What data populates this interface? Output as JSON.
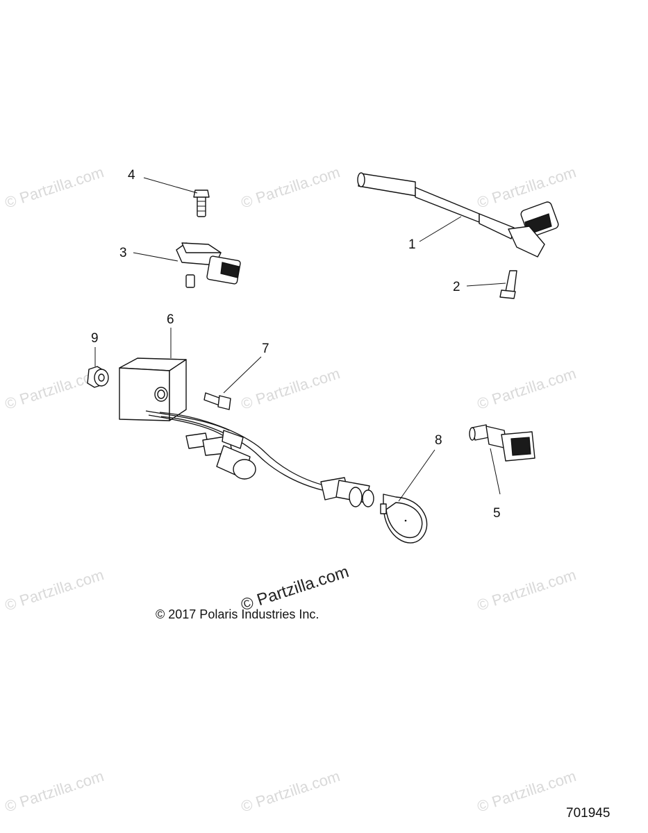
{
  "watermark": {
    "text": "© Partzilla.com"
  },
  "callouts": [
    "1",
    "2",
    "3",
    "4",
    "5",
    "6",
    "7",
    "8",
    "9"
  ],
  "copyright": "© 2017 Polaris Industries Inc.",
  "center_watermark": "© Partzilla.com",
  "document_number": "701945"
}
